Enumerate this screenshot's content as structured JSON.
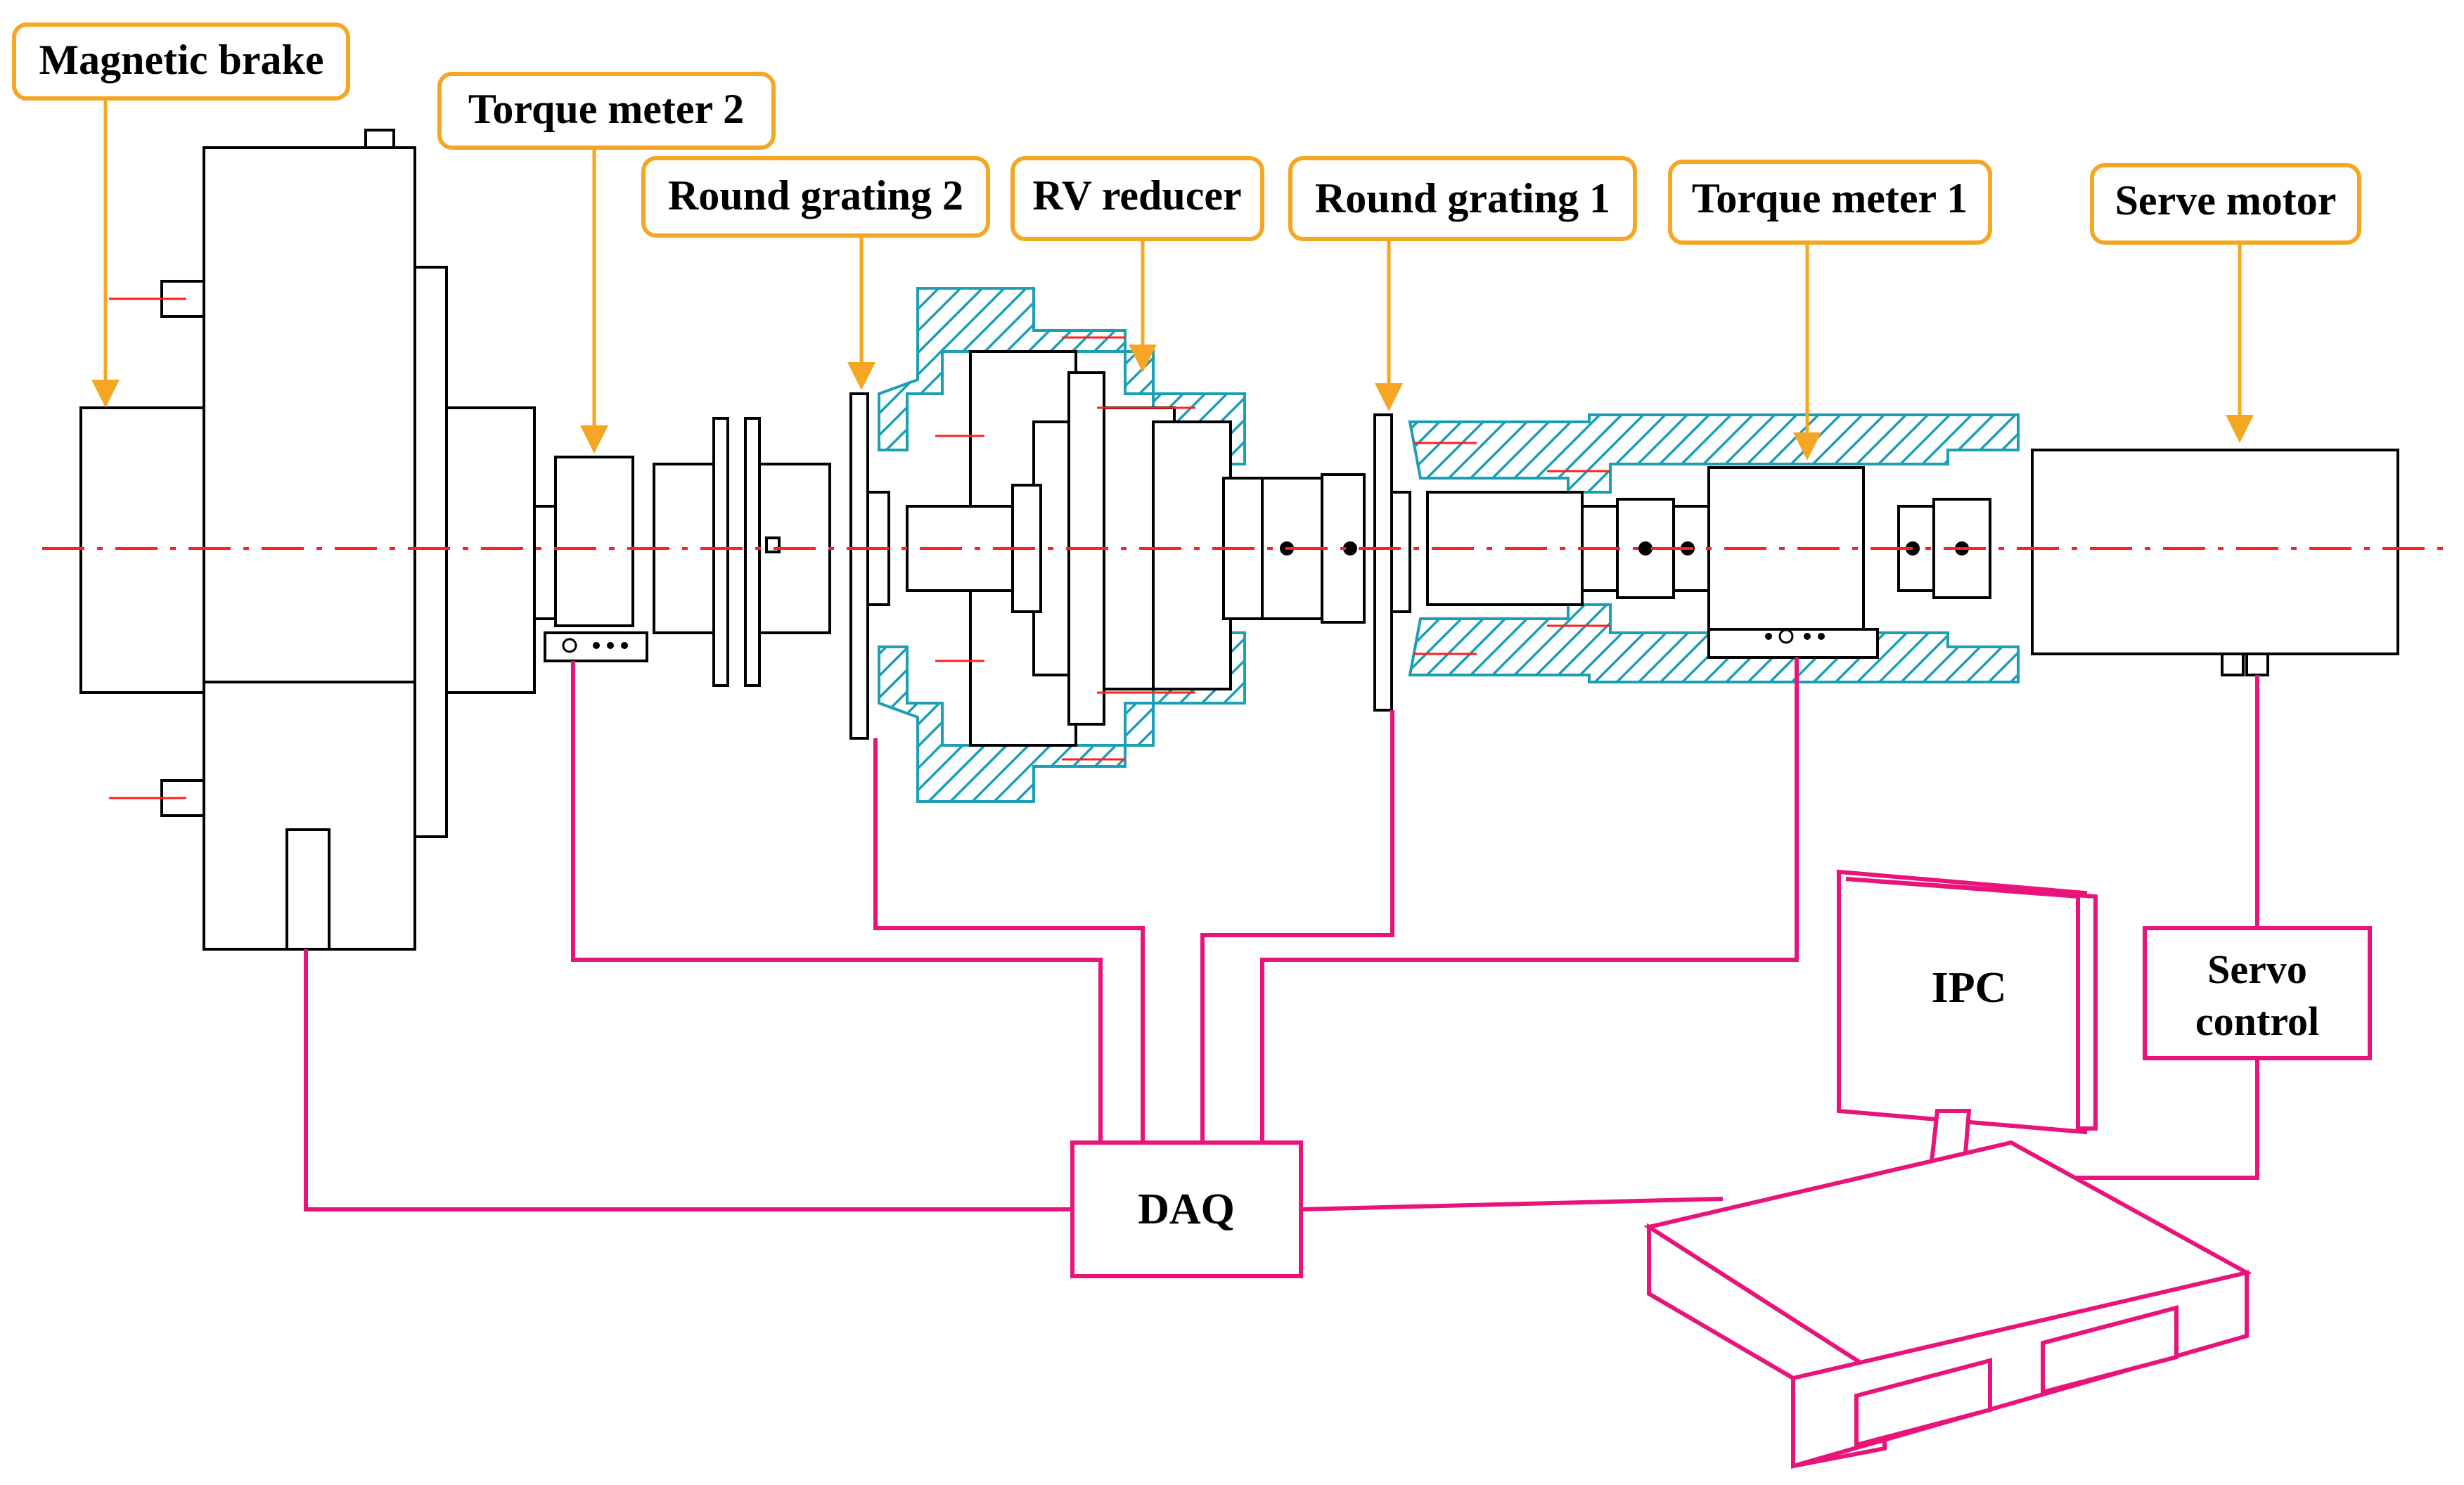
{
  "labels": {
    "magnetic_brake": "Magnetic brake",
    "torque_meter_2": "Torque meter 2",
    "round_grating_2": "Round grating 2",
    "rv_reducer": "RV reducer",
    "round_grating_1": "Round grating 1",
    "torque_meter_1": "Torque meter 1",
    "serve_motor": "Serve motor"
  },
  "boxes": {
    "daq": "DAQ",
    "ipc": "IPC",
    "servo_control_line1": "Servo",
    "servo_control_line2": "control"
  },
  "colors": {
    "callout": "#f5a623",
    "wiring": "#e8147a",
    "axis": "#ff2020",
    "hatch": "#1a9fb5"
  }
}
